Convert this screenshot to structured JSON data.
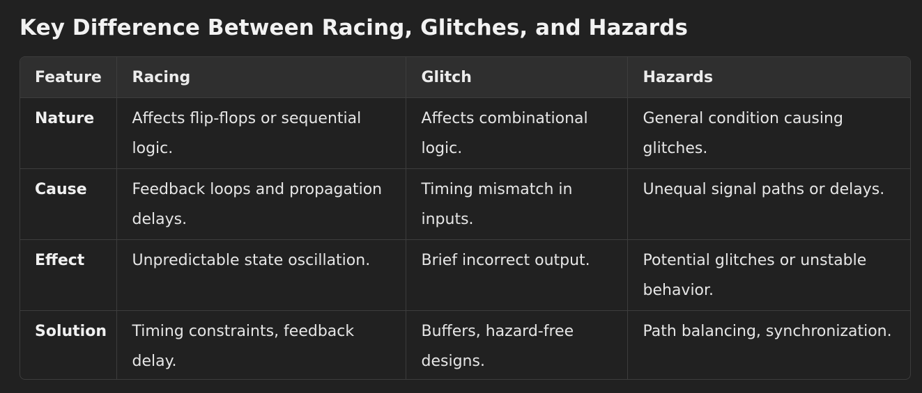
{
  "title": "Key Difference Between Racing, Glitches, and Hazards",
  "table": {
    "headers": [
      "Feature",
      "Racing",
      "Glitch",
      "Hazards"
    ],
    "rows": [
      [
        "Nature",
        "Affects flip-flops or sequential logic.",
        "Affects combinational logic.",
        "General condition causing glitches."
      ],
      [
        "Cause",
        "Feedback loops and propagation delays.",
        "Timing mismatch in inputs.",
        "Unequal signal paths or delays."
      ],
      [
        "Effect",
        "Unpredictable state oscillation.",
        "Brief incorrect output.",
        "Potential glitches or unstable behavior."
      ],
      [
        "Solution",
        "Timing constraints, feedback delay.",
        "Buffers, hazard-free designs.",
        "Path balancing, synchronization."
      ]
    ]
  },
  "colors": {
    "background": "#212121",
    "header_background": "#2f2f2f",
    "border": "#3d3d3d",
    "text": "#ececec"
  }
}
